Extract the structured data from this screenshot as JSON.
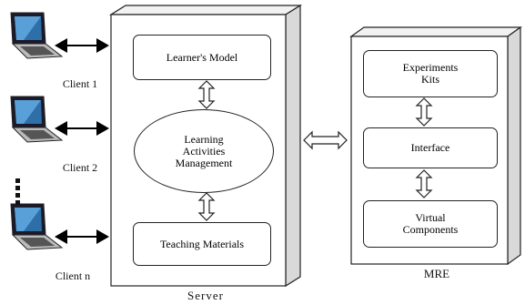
{
  "clients": [
    {
      "label": "Client 1"
    },
    {
      "label": "Client 2"
    },
    {
      "label": "Client n"
    }
  ],
  "server": {
    "label": "Server",
    "learners_model": "Learner's Model",
    "learning_activities": "Learning\nActivities\nManagement",
    "teaching_materials": "Teaching Materials"
  },
  "mre": {
    "label": "MRE",
    "experiments_kits": "Experiments\nKits",
    "interface": "Interface",
    "virtual_components": "Virtual\nComponents"
  }
}
